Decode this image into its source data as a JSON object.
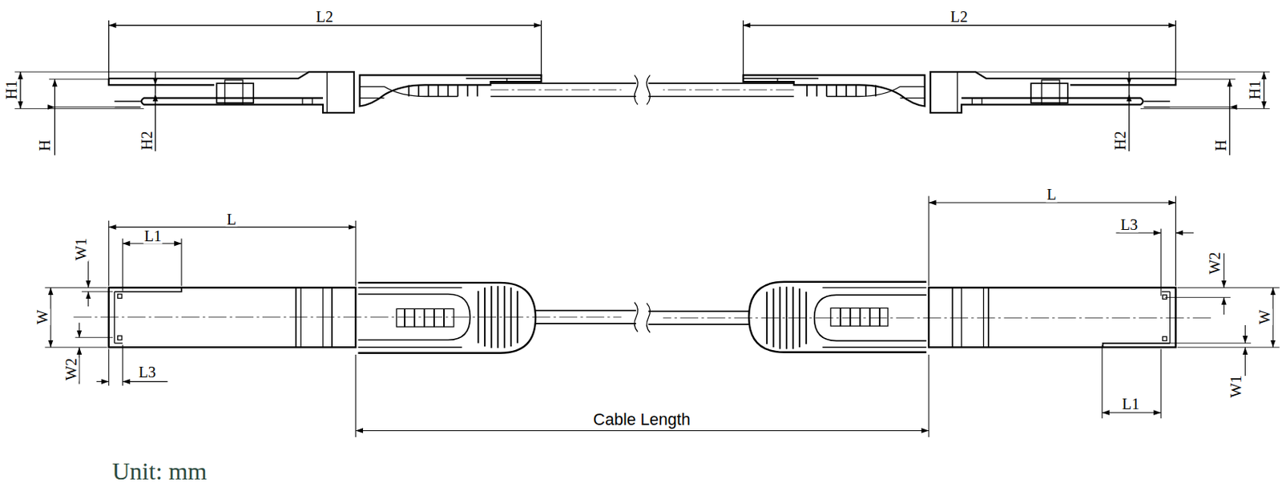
{
  "diagram": {
    "labels": [
      "L2",
      "L2",
      "H1",
      "H",
      "H2",
      "H2",
      "H1",
      "H",
      "L",
      "L1",
      "W1",
      "W",
      "W2",
      "L3",
      "L",
      "L3",
      "W2",
      "W",
      "W1",
      "L1",
      "Cable Length",
      "Unit: mm"
    ]
  }
}
